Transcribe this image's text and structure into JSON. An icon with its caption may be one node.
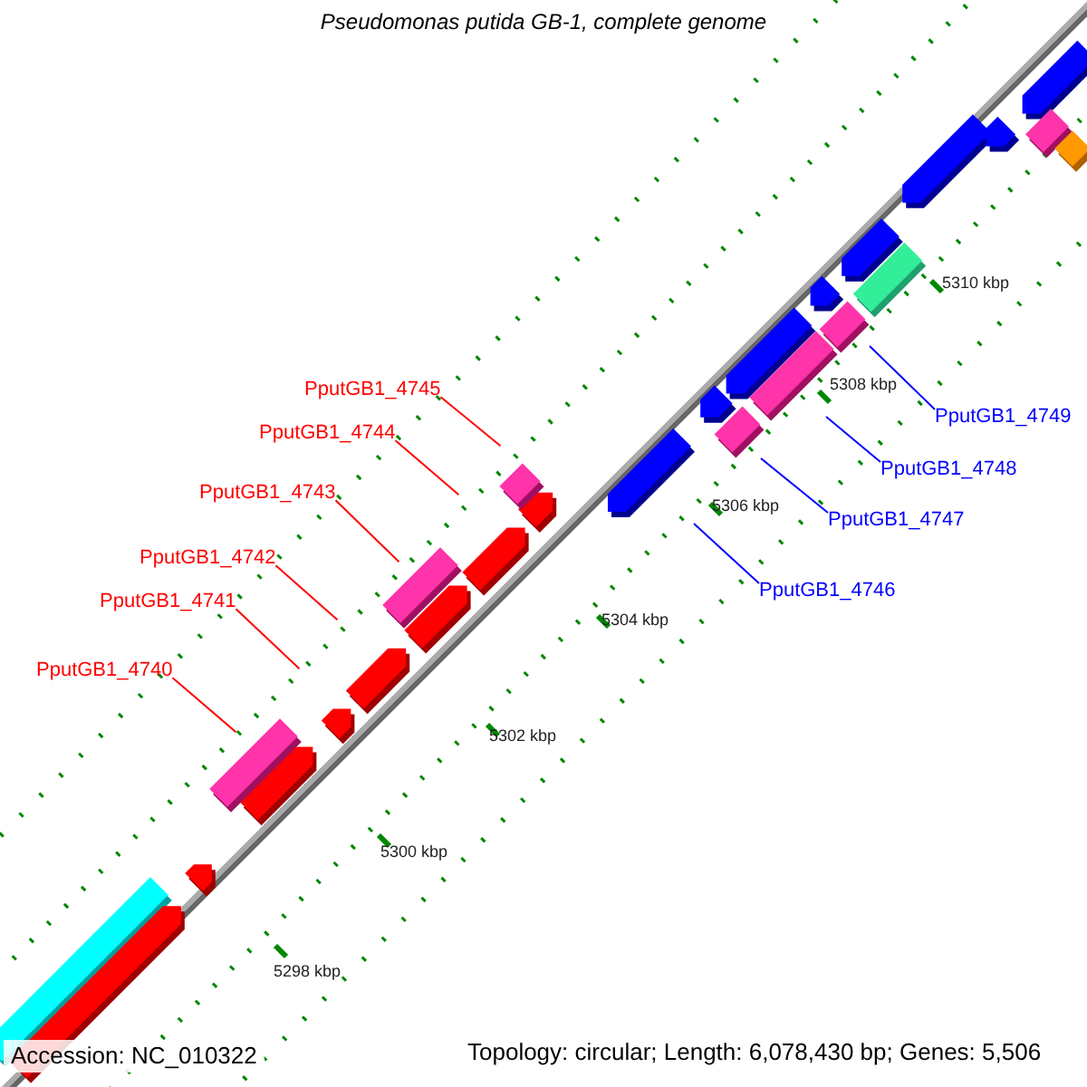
{
  "diagram": {
    "title": "Pseudomonas putida GB-1, complete genome",
    "nodes": [
      {
        "text": [
          "PputGB1_4745"
        ]
      },
      {
        "text": [
          "PputGB1_4744"
        ]
      },
      {
        "text": [
          "PputGB1_4743"
        ]
      },
      {
        "text": [
          "PputGB1_4742"
        ]
      },
      {
        "text": [
          "PputGB1_4741"
        ]
      },
      {
        "text": [
          "PputGB1_4740"
        ]
      },
      {
        "text": [
          "PputGB1_4749"
        ]
      },
      {
        "text": [
          "PputGB1_4748"
        ]
      },
      {
        "text": [
          "PputGB1_4747"
        ]
      },
      {
        "text": [
          "PputGB1_4746"
        ]
      }
    ],
    "edges": [
      {
        "from": 0,
        "to": null,
        "arrow": "none"
      },
      {
        "from": 1,
        "to": null,
        "arrow": "none"
      },
      {
        "from": 2,
        "to": null,
        "arrow": "none"
      },
      {
        "from": 3,
        "to": null,
        "arrow": "none"
      },
      {
        "from": 4,
        "to": null,
        "arrow": "none"
      },
      {
        "from": 5,
        "to": null,
        "arrow": "none"
      },
      {
        "from": 6,
        "to": null,
        "arrow": "none",
        "color": "#0000ff"
      },
      {
        "from": 7,
        "to": null,
        "arrow": "none",
        "color": "#0000ff"
      },
      {
        "from": 8,
        "to": null,
        "arrow": "none",
        "color": "#0000ff"
      },
      {
        "from": 9,
        "to": null,
        "arrow": "none",
        "color": "#0000ff"
      }
    ],
    "labels": [
      "5310 kbp",
      "5308 kbp",
      "5306 kbp",
      "5304 kbp",
      "5302 kbp",
      "5300 kbp",
      "5298 kbp",
      "Accession: NC_010322",
      "Topology: circular; Length: 6,078,430 bp; Genes: 5,506"
    ]
  }
}
